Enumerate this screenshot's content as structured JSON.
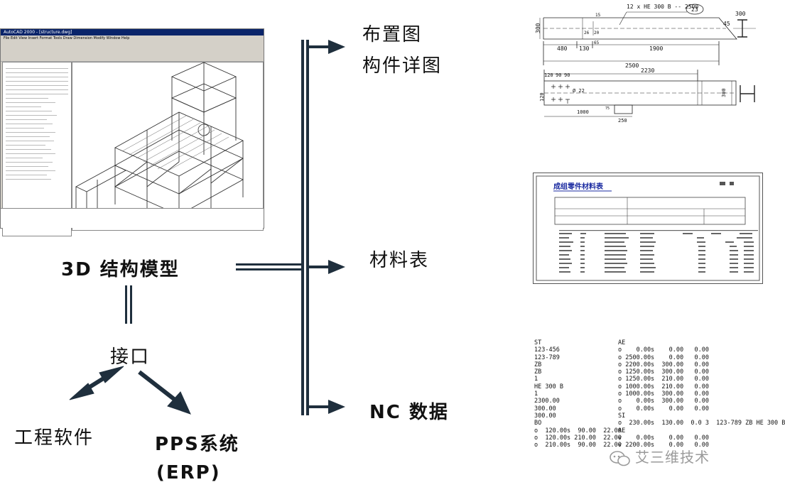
{
  "nodes": {
    "model": "3D 结构模型",
    "interface": "接口",
    "software": "工程软件",
    "pps": "PPS系统",
    "erp": "(ERP)",
    "layout": "布置图",
    "detail": "构件详图",
    "bom": "材料表",
    "nc": "NC 数据"
  },
  "cad": {
    "title": "AutoCAD 2000 - [structure.dwg]",
    "menu": "File  Edit  View  Insert  Format  Tools  Draw  Dimension  Modify  Window  Help"
  },
  "drawing": {
    "top_callout": "12 x HE 300 B -- 2500",
    "top_mark": "23",
    "top_dims": [
      "480",
      "130",
      "1900"
    ],
    "top_total": "2500",
    "top_height": "300",
    "top_right": "300",
    "top_angle": "45",
    "small_dims": [
      "15",
      "26",
      "20",
      "65"
    ],
    "bot_dims_top": [
      "120",
      "90",
      "90"
    ],
    "bot_total": "2230",
    "bot_hole": "Ø 22",
    "bot_left": "120",
    "bot_right": "300",
    "bot_dims_bottom": [
      "1000",
      "250"
    ],
    "bot_small": "75"
  },
  "bom_sheet": {
    "title": "成组零件材料表"
  },
  "nc_data": {
    "left": [
      "ST",
      "123-456",
      "123-789",
      "ZB",
      "ZB",
      "1",
      "HE 300 B",
      "1",
      "2300.00",
      "300.00",
      "300.00",
      "BO",
      "o  120.00s  90.00  22.00",
      "o  120.00s 210.00  22.00",
      "o  210.00s  90.00  22.00"
    ],
    "right": [
      "AE",
      "o    0.00s    0.00   0.00",
      "o 2500.00s    0.00   0.00",
      "o 2200.00s  300.00   0.00",
      "o 1250.00s  300.00   0.00",
      "o 1250.00s  210.00   0.00",
      "o 1000.00s  210.00   0.00",
      "o 1000.00s  300.00   0.00",
      "o    0.00s  300.00   0.00",
      "o    0.00s    0.00   0.00",
      "SI",
      "o  230.00s  130.00  0.0 3  123-789 ZB HE 300 B",
      "AE",
      "v    0.00s    0.00   0.00",
      "v 2200.00s    0.00   0.00"
    ]
  },
  "watermark": "艾三维技术",
  "colors": {
    "arrow": "#1f2f3d",
    "text": "#111111",
    "watermark": "#9a9a9a"
  }
}
